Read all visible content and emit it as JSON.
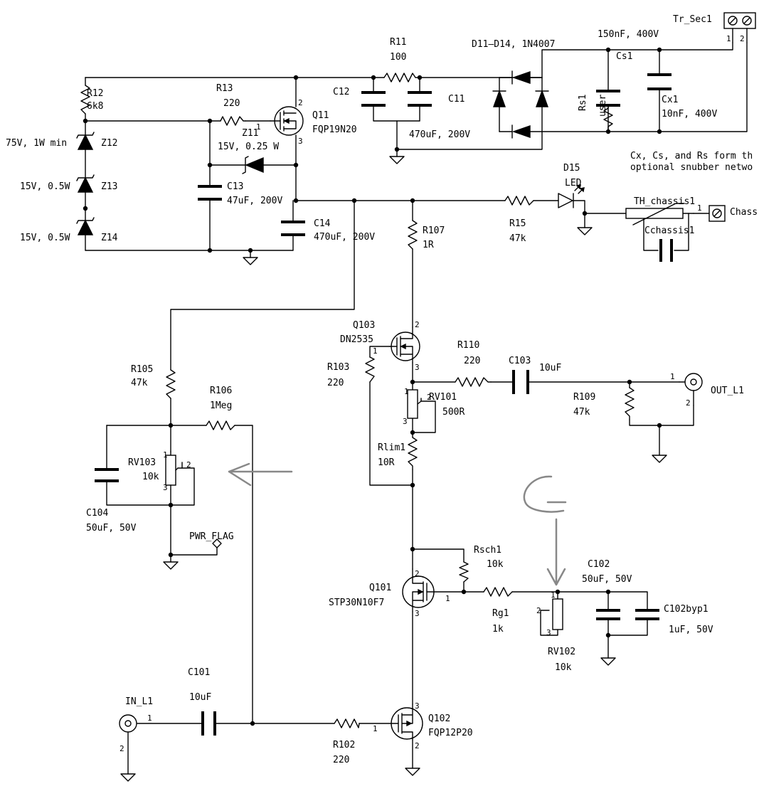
{
  "labels": {
    "tr_sec1": "Tr_Sec1",
    "tr_pin1": "1",
    "tr_pin2": "2",
    "r11": "R11",
    "r11_val": "100",
    "bridge": "D11–D14, 1N4007",
    "cs1_val": "150nF, 400V",
    "cs1": "Cs1",
    "r12": "R12",
    "r12_val": "6k8",
    "r13": "R13",
    "r13_val": "220",
    "c12": "C12",
    "c11": "C11",
    "c11_val": "470uF, 200V",
    "q11": "Q11",
    "q11_type": "FQP19N20",
    "z11": "Z11",
    "z11_val": "15V, 0.25 W",
    "rs1": "Rs1",
    "rs1_val": "user",
    "cx1": "Cx1",
    "cx1_val": "10nF, 400V",
    "snubber_note_1": "Cx, Cs, and Rs form th",
    "snubber_note_2": "optional snubber netwo",
    "z12_val": "75V, 1W min",
    "z12": "Z12",
    "z13_val": "15V, 0.5W",
    "z13": "Z13",
    "z14_val": "15V, 0.5W",
    "z14": "Z14",
    "c13": "C13",
    "c13_val": "47uF, 200V",
    "c14": "C14",
    "c14_val": "470uF, 200V",
    "d15": "D15",
    "d15_val": "LED",
    "r15": "R15",
    "r15_val": "47k",
    "r107": "R107",
    "r107_val": "1R",
    "th_chassis1": "TH_chassis1",
    "c_chassis1": "Cchassis1",
    "chassis": "Chass",
    "chassis_pin": "1",
    "q103": "Q103",
    "q103_type": "DN2535",
    "r110": "R110",
    "r110_val": "220",
    "c103": "C103",
    "c103_val": "10uF",
    "r103": "R103",
    "r103_val": "220",
    "rv101": "RV101",
    "rv101_val": "500R",
    "r109": "R109",
    "r109_val": "47k",
    "out_l1": "OUT_L1",
    "out_pin1": "1",
    "out_pin2": "2",
    "rlim1": "Rlim1",
    "rlim1_val": "10R",
    "r105": "R105",
    "r105_val": "47k",
    "r106": "R106",
    "r106_val": "1Meg",
    "rv103": "RV103",
    "rv103_val": "10k",
    "c104": "C104",
    "c104_val": "50uF, 50V",
    "pwr_flag": "PWR_FLAG",
    "rsch1": "Rsch1",
    "rsch1_val": "10k",
    "q101": "Q101",
    "q101_type": "STP30N10F7",
    "rg1": "Rg1",
    "rg1_val": "1k",
    "c102": "C102",
    "c102_val": "50uF, 50V",
    "c102byp1": "C102byp1",
    "c102byp1_val": "1uF, 50V",
    "rv102": "RV102",
    "rv102_val": "10k",
    "c101": "C101",
    "c101_val": "10uF",
    "in_l1": "IN_L1",
    "in_pin1": "1",
    "in_pin2": "2",
    "r102": "R102",
    "r102_val": "220",
    "q102": "Q102",
    "q102_type": "FQP12P20"
  },
  "handwritten_glyph": "G"
}
